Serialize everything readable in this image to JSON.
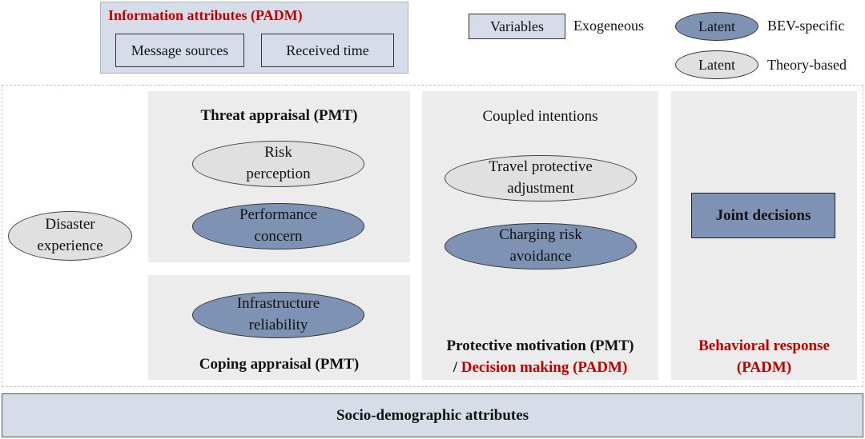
{
  "info_box": {
    "title": "Information attributes (PADM)",
    "items": [
      "Message sources",
      "Received time"
    ]
  },
  "legend": {
    "variables": "Variables",
    "exogeneous": "Exogeneous",
    "latent_bev": "Latent",
    "bev_specific": "BEV-specific",
    "latent_theory": "Latent",
    "theory_based": "Theory-based"
  },
  "disaster": "Disaster experience",
  "threat": {
    "title": "Threat appraisal (PMT)",
    "risk": "Risk perception",
    "performance": "Performance concern"
  },
  "coping": {
    "infra": "Infrastructure reliability",
    "title": "Coping appraisal (PMT)"
  },
  "protective": {
    "header": "Coupled intentions",
    "travel": "Travel protective adjustment",
    "charging": "Charging risk avoidance",
    "title_line1": "Protective motivation (PMT)",
    "title_prefix": "/ ",
    "title_red": "Decision making (PADM)"
  },
  "behavioral": {
    "joint": "Joint decisions",
    "title_line1": "Behavioral response",
    "title_line2": "(PADM)"
  },
  "socio": "Socio-demographic attributes",
  "colors": {
    "latent_bev": "#7e93b4",
    "latent_theory": "#e0e0e0",
    "variables_box": "#d6dde9",
    "red_text": "#c00000",
    "panel": "#ececec"
  }
}
